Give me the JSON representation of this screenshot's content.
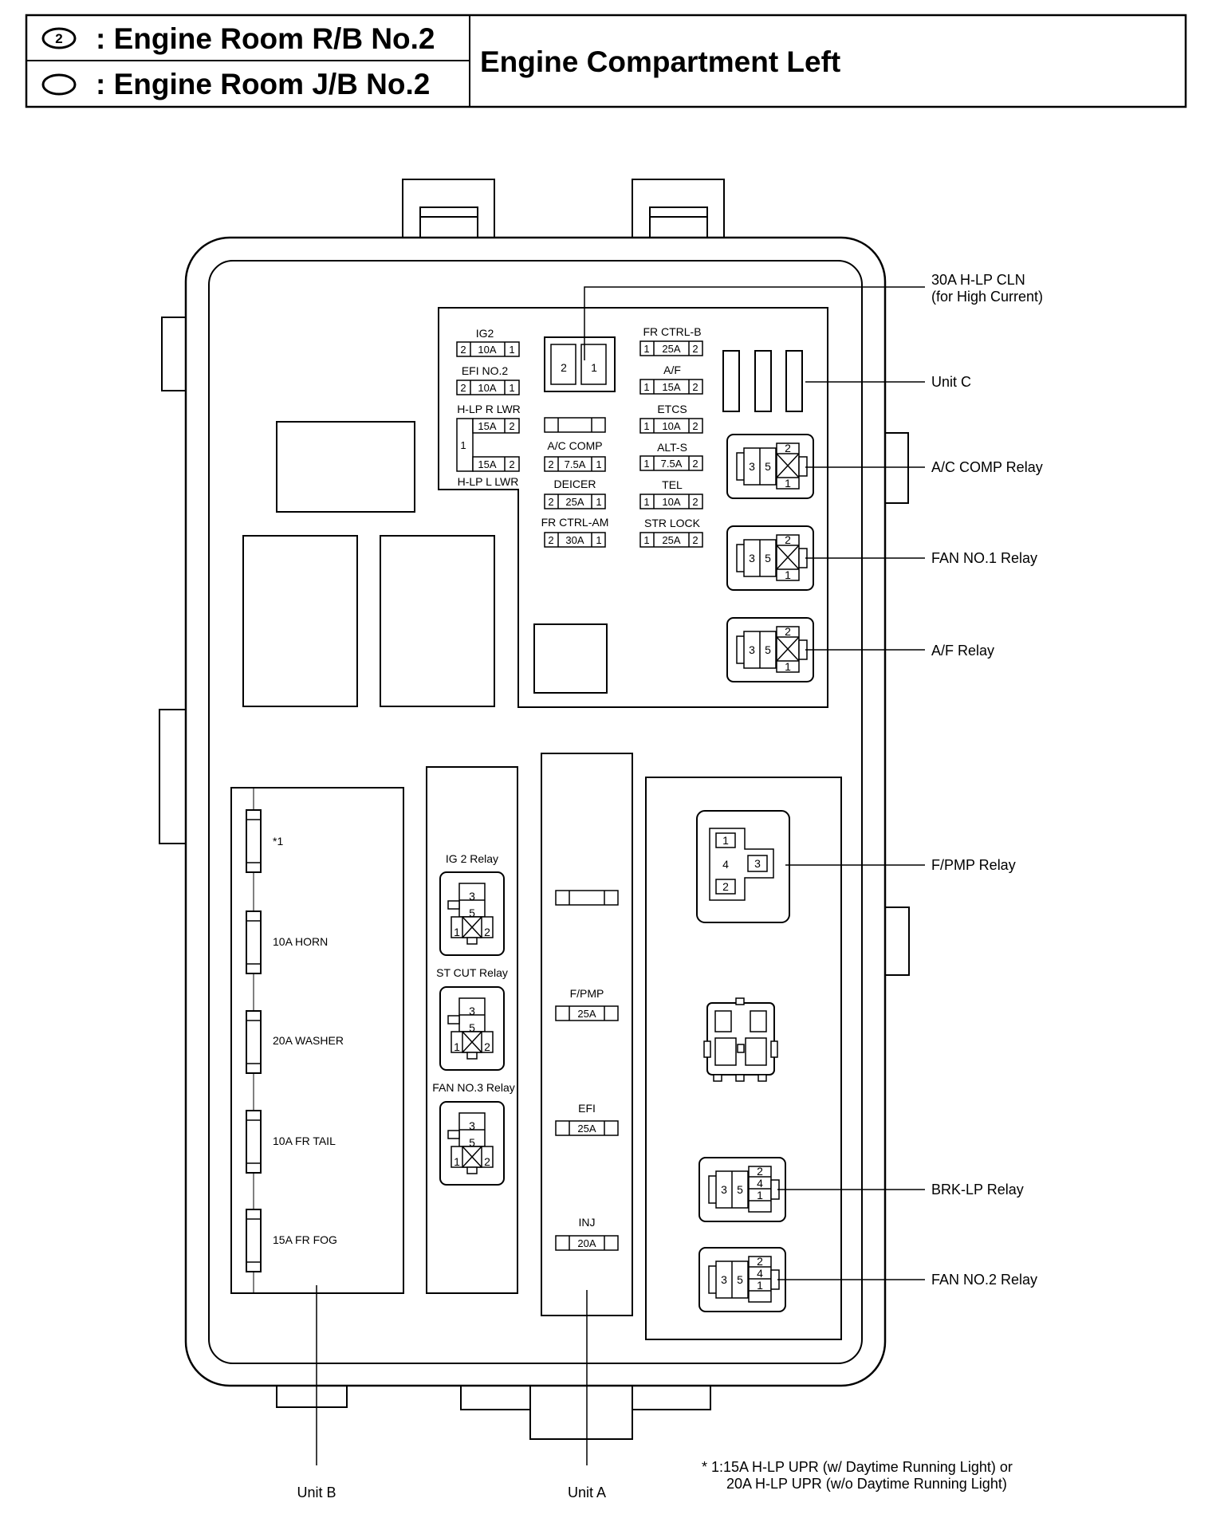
{
  "header": {
    "rb_symbol": "2",
    "rb_text": ": Engine Room R/B No.2",
    "jb_text": ": Engine Room J/B No.2",
    "location": "Engine Compartment Left"
  },
  "callouts": {
    "hlp_cln_line1": "30A H-LP CLN",
    "hlp_cln_line2": "(for High Current)",
    "unit_c": "Unit C",
    "ac_comp_relay": "A/C COMP Relay",
    "fan1_relay": "FAN NO.1 Relay",
    "af_relay": "A/F Relay",
    "fpmp_relay": "F/PMP Relay",
    "brklp_relay": "BRK-LP Relay",
    "fan2_relay": "FAN NO.2 Relay",
    "unit_b": "Unit B",
    "unit_a": "Unit A"
  },
  "footnote": {
    "line1": "* 1:15A H-LP UPR (w/ Daytime Running Light) or",
    "line2": "20A H-LP UPR (w/o Daytime Running Light)"
  },
  "unit_c_fuses": {
    "left": [
      {
        "name": "IG2",
        "l": "2",
        "amp": "10A",
        "r": "1"
      },
      {
        "name": "EFI NO.2",
        "l": "2",
        "amp": "10A",
        "r": "1"
      }
    ],
    "hlp_r_lwr": "H-LP R LWR",
    "hlp_l_lwr": "H-LP L LWR",
    "hlp_common_pin": "1",
    "hlp_top": {
      "amp": "15A",
      "r": "2"
    },
    "hlp_bottom": {
      "amp": "15A",
      "r": "2"
    },
    "hlp_cln_pins": [
      "2",
      "1"
    ],
    "middle": [
      {
        "name": "A/C COMP",
        "l": "2",
        "amp": "7.5A",
        "r": "1"
      },
      {
        "name": "DEICER",
        "l": "2",
        "amp": "25A",
        "r": "1"
      },
      {
        "name": "FR CTRL-AM",
        "l": "2",
        "amp": "30A",
        "r": "1"
      }
    ],
    "right": [
      {
        "name": "FR CTRL-B",
        "l": "1",
        "amp": "25A",
        "r": "2"
      },
      {
        "name": "A/F",
        "l": "1",
        "amp": "15A",
        "r": "2"
      },
      {
        "name": "ETCS",
        "l": "1",
        "amp": "10A",
        "r": "2"
      },
      {
        "name": "ALT-S",
        "l": "1",
        "amp": "7.5A",
        "r": "2"
      },
      {
        "name": "TEL",
        "l": "1",
        "amp": "10A",
        "r": "2"
      },
      {
        "name": "STR LOCK",
        "l": "1",
        "amp": "25A",
        "r": "2"
      }
    ]
  },
  "relay_pins": {
    "p1": "1",
    "p2": "2",
    "p3": "3",
    "p4": "4",
    "p5": "5"
  },
  "unit_b_fuses": [
    {
      "label": "*1"
    },
    {
      "label": "10A HORN"
    },
    {
      "label": "20A WASHER"
    },
    {
      "label": "10A FR TAIL"
    },
    {
      "label": "15A FR FOG"
    }
  ],
  "middle_relays": [
    {
      "label": "IG 2 Relay"
    },
    {
      "label": "ST CUT Relay"
    },
    {
      "label": "FAN NO.3 Relay"
    }
  ],
  "unit_a_fuses": [
    {
      "name": "F/PMP",
      "amp": "25A"
    },
    {
      "name": "EFI",
      "amp": "25A"
    },
    {
      "name": "INJ",
      "amp": "20A"
    }
  ]
}
